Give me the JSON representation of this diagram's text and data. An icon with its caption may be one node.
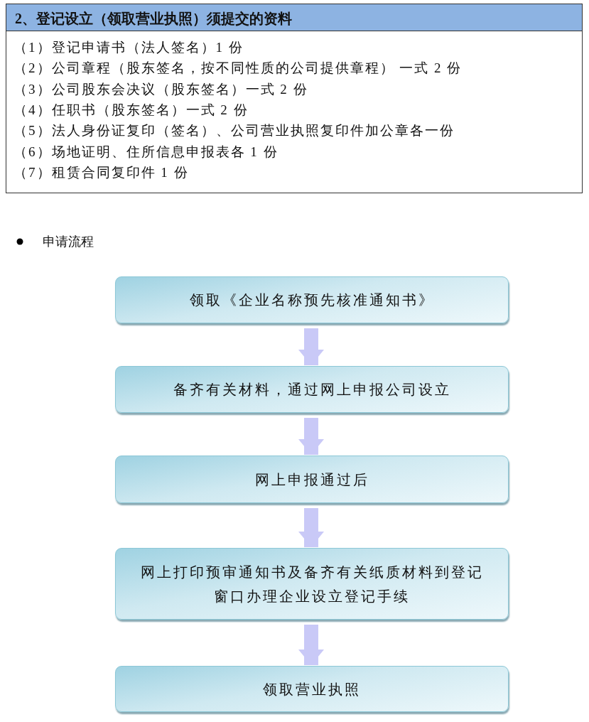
{
  "diagram": {
    "nodes": [
      {
        "text": [
          "2、登记设立（领取营业执照）须提交的资料"
        ]
      },
      {
        "text": [
          "（1）登记申请书（法人签名）1 份",
          "（2）公司章程（股东签名，按不同性质的公司提供章程） 一式 2 份",
          "（3）公司股东会决议（股东签名）一式 2 份",
          "（4）任职书（股东签名）一式 2 份",
          "（5）法人身份证复印（签名）、公司营业执照复印件加公章各一份",
          "（6）场地证明、住所信息申报表各 1 份",
          "（7）租赁合同复印件 1 份"
        ]
      },
      {
        "text": [
          "领取《企业名称预先核准通知书》"
        ]
      },
      {
        "text": [
          "备齐有关材料，通过网上申报公司设立"
        ]
      },
      {
        "text": [
          "网上申报通过后"
        ]
      },
      {
        "text": [
          "网上打印预审通知书及备齐有关纸质材料到登记窗口办理企业设立登记手续"
        ]
      },
      {
        "text": [
          "领取营业执照"
        ]
      }
    ],
    "edges": [
      {
        "from": 2,
        "to": 3,
        "arrow": "to"
      },
      {
        "from": 3,
        "to": 4,
        "arrow": "to"
      },
      {
        "from": 4,
        "to": 5,
        "arrow": "to"
      },
      {
        "from": 5,
        "to": 6,
        "arrow": "to"
      }
    ],
    "labels": [
      "申请流程"
    ]
  }
}
